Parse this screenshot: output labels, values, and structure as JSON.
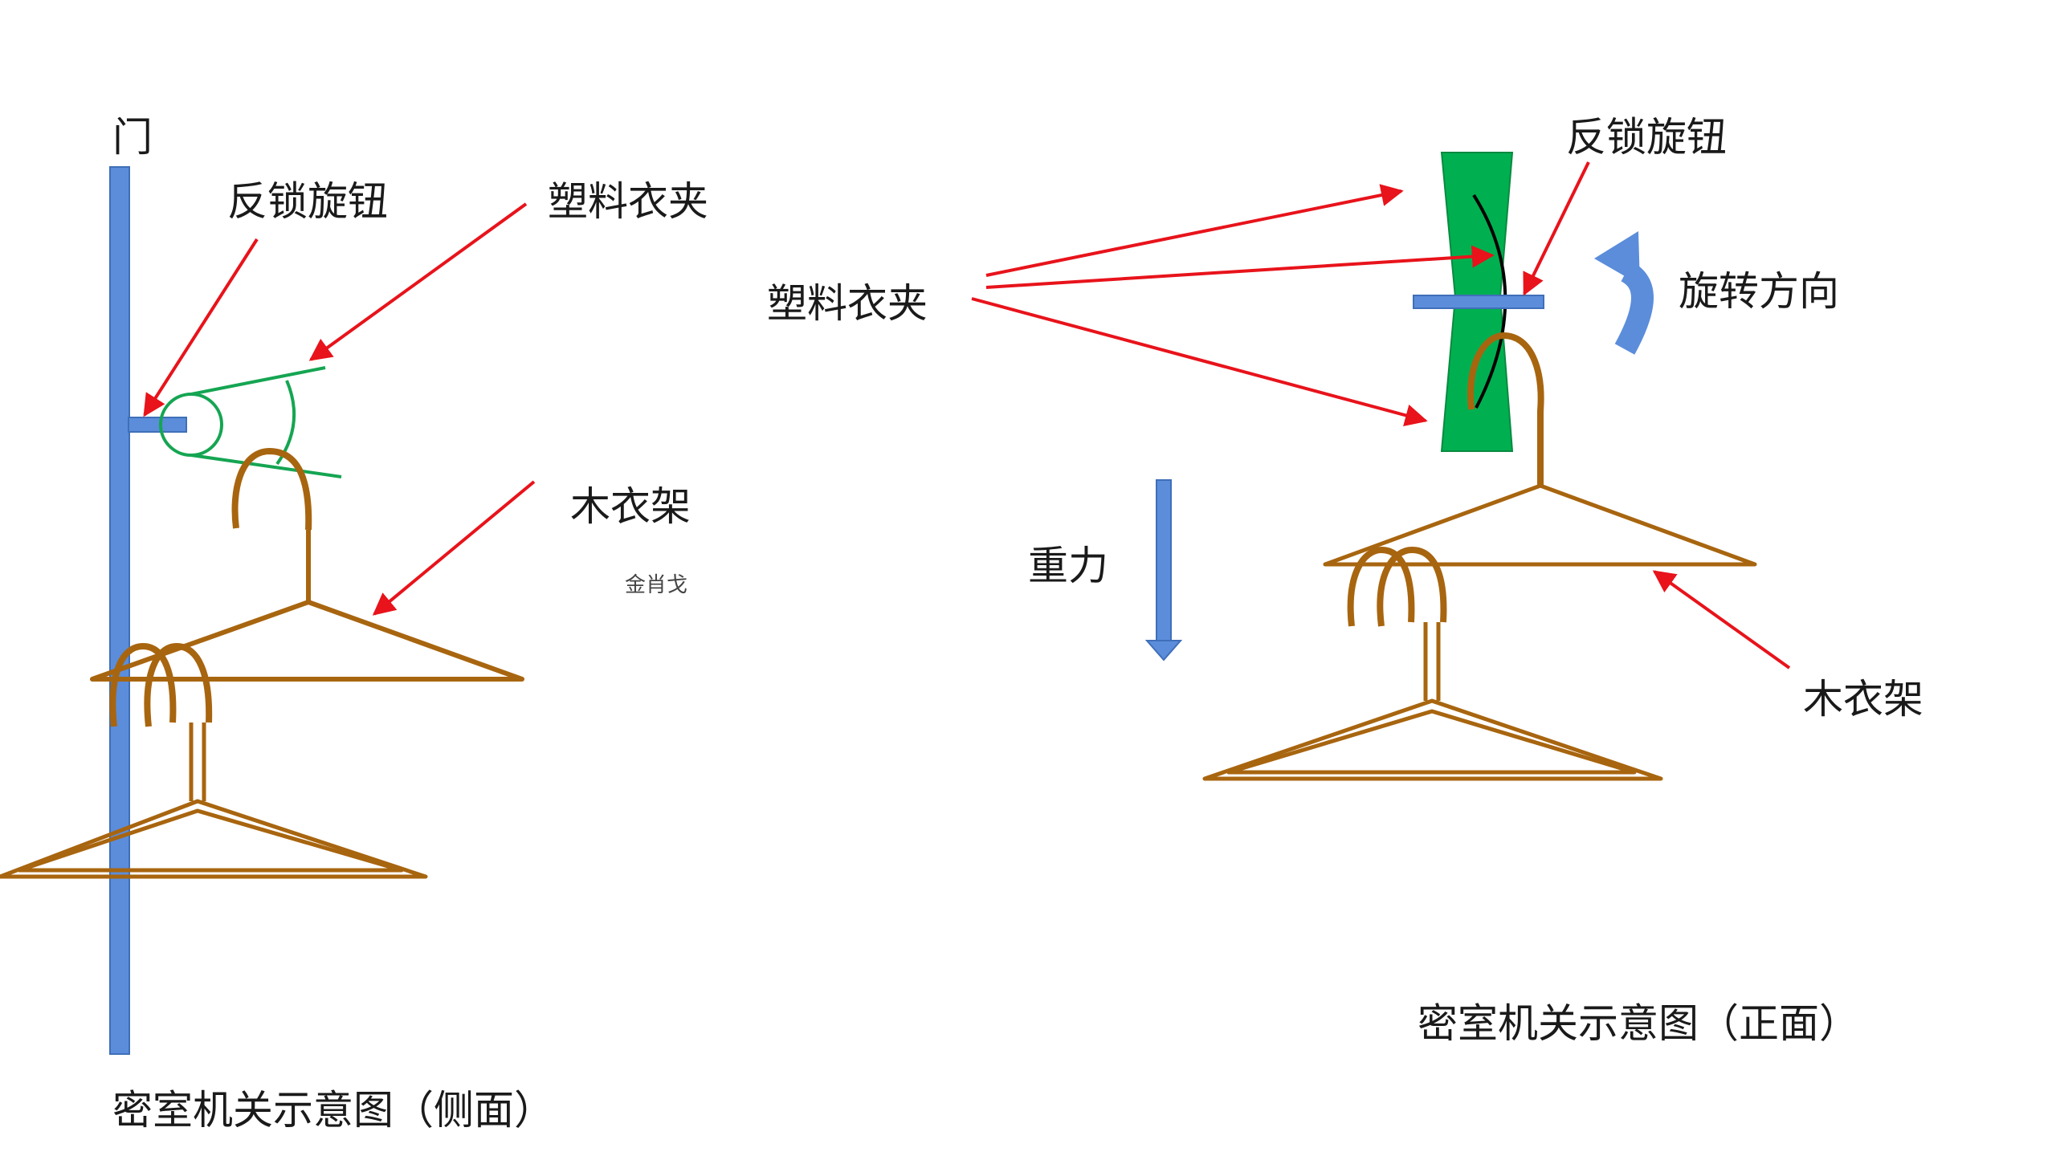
{
  "side_view": {
    "door_label": "门",
    "knob_label": "反锁旋钮",
    "clip_label": "塑料衣夹",
    "hanger_label": "木衣架",
    "watermark": "金肖戈",
    "caption": "密室机关示意图（侧面）"
  },
  "front_view": {
    "knob_label": "反锁旋钮",
    "clip_label": "塑料衣夹",
    "rotation_label": "旋转方向",
    "gravity_label": "重力",
    "hanger_label": "木衣架",
    "caption": "密室机关示意图（正面）"
  },
  "colors": {
    "door": "#5b8ddb",
    "knob": "#5b8ddb",
    "clip_outline": "#15a552",
    "clip_fill": "#00b050",
    "hanger": "#a8650f",
    "arrow": "#e8131b",
    "gravity_arrow": "#5b8ddb",
    "rotation_arrow": "#5b8ddb",
    "knob_curve": "#000000"
  }
}
